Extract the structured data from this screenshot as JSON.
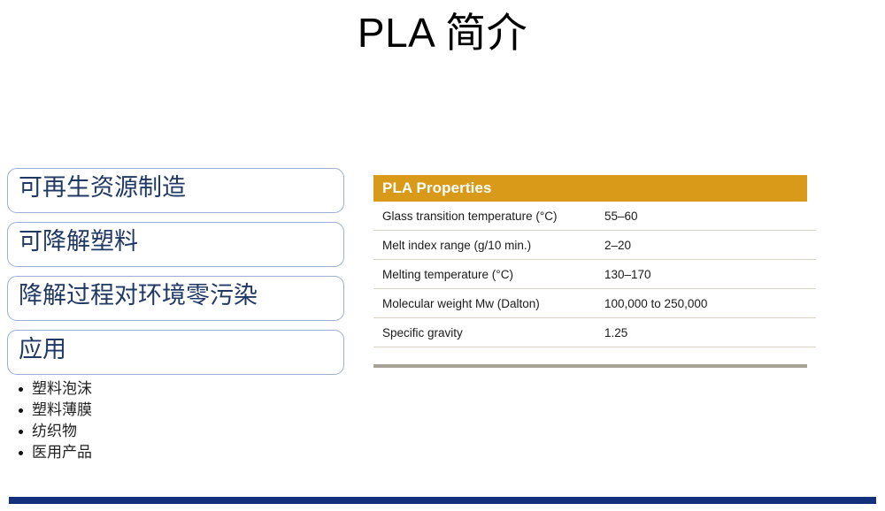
{
  "slide": {
    "title": "PLA 简介",
    "accent_color": "#12307C",
    "table_header_color": "#D89A18",
    "callout_border_color": "#9BB0D4",
    "callout_text_color": "#1F3864"
  },
  "callouts": [
    {
      "label": "可再生资源制造"
    },
    {
      "label": "可降解塑料"
    },
    {
      "label": "降解过程对环境零污染"
    },
    {
      "label": "应用"
    }
  ],
  "bullets": [
    {
      "label": "塑料泡沫"
    },
    {
      "label": "塑料薄膜"
    },
    {
      "label": "纺织物"
    },
    {
      "label": "医用产品"
    }
  ],
  "properties_table": {
    "header": "PLA Properties",
    "rows": [
      {
        "label": "Glass transition temperature (°C)",
        "value": "55–60"
      },
      {
        "label": "Melt index range (g/10 min.)",
        "value": "2–20"
      },
      {
        "label": "Melting temperature (°C)",
        "value": "130–170"
      },
      {
        "label": "Molecular weight Mw (Dalton)",
        "value": "100,000 to 250,000"
      },
      {
        "label": "Specific gravity",
        "value": "1.25"
      }
    ]
  }
}
